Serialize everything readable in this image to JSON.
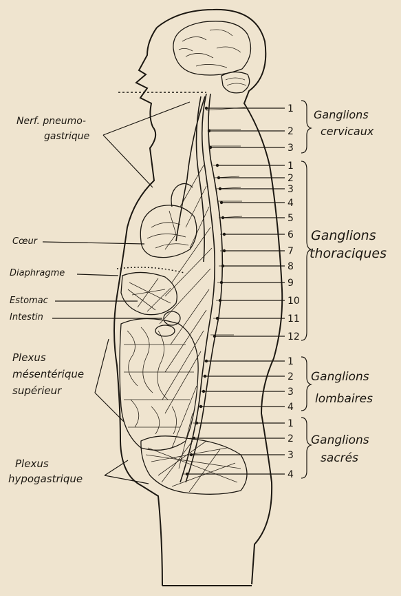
{
  "labels": {
    "nerf_line1": "Nerf. pneumo-",
    "nerf_line2": "gastrique",
    "coeur": "Cœur",
    "diaphragme": "Diaphragme",
    "estomac": "Estomac",
    "intestin": "Intestin",
    "plexus_mes_1": "Plexus",
    "plexus_mes_2": "mésentérique",
    "plexus_mes_3": "supérieur",
    "plexus_hypo_1": "Plexus",
    "plexus_hypo_2": "hypogastrique"
  },
  "groups": {
    "cervicaux_1": "Ganglions",
    "cervicaux_2": "cervicaux",
    "thoraciques_1": "Ganglions",
    "thoraciques_2": "thoraciques",
    "lombaires_1": "Ganglions",
    "lombaires_2": "lombaires",
    "sacres_1": "Ganglions",
    "sacres_2": "sacrés"
  },
  "numbers": {
    "cervical": [
      "1",
      "2",
      "3"
    ],
    "thoracic": [
      "1",
      "2",
      "3",
      "4",
      "5",
      "6",
      "7",
      "8",
      "9",
      "10",
      "11",
      "12"
    ],
    "lumbar": [
      "1",
      "2",
      "3",
      "4"
    ],
    "sacral": [
      "1",
      "2",
      "3",
      "4"
    ]
  }
}
